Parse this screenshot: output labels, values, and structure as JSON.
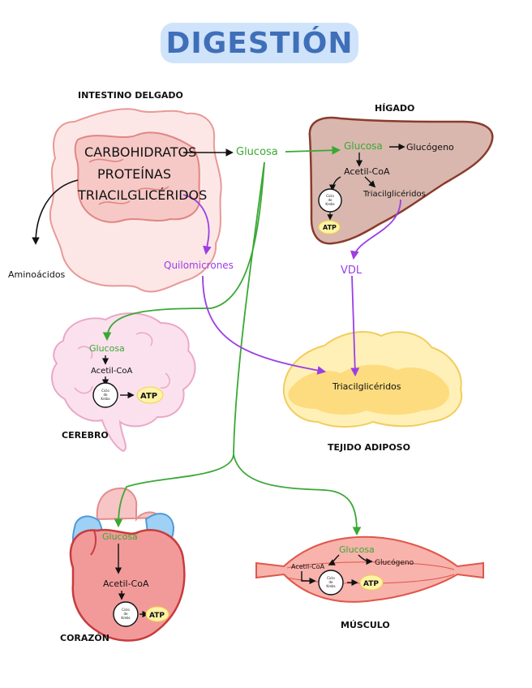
{
  "title": "DIGESTIÓN",
  "organs": {
    "intestine": "INTESTINO DELGADO",
    "liver": "HÍGADO",
    "brain": "CEREBRO",
    "adipose": "TEJIDO ADIPOSO",
    "heart": "CORAZÓN",
    "muscle": "MÚSCULO"
  },
  "intestine": {
    "carbs": "CARBOHIDRATOS",
    "proteins": "PROTEÍNAS",
    "tg": "TRIACILGLICÉRIDOS",
    "aminoacids": "Aminoácidos",
    "glucose": "Glucosa",
    "chylomicrons": "Quilomicrones"
  },
  "liver": {
    "glucose": "Glucosa",
    "glycogen": "Glucógeno",
    "acetyl": "Acetil-CoA",
    "tg": "Triacilglicéridos",
    "cycle": [
      "Ciclo",
      "de",
      "Krebs"
    ],
    "atp": "ATP",
    "vdl": "VDL"
  },
  "brain": {
    "glucose": "Glucosa",
    "acetyl": "Acetil-CoA",
    "cycle": [
      "Ciclo",
      "de",
      "Krebs"
    ],
    "atp": "ATP"
  },
  "adipose": {
    "tg": "Triacilglicéridos"
  },
  "heart": {
    "glucose": "Glucosa",
    "acetyl": "Acetil-CoA",
    "cycle": [
      "Ciclo",
      "de",
      "Krebs"
    ],
    "atp": "ATP"
  },
  "muscle": {
    "glucose": "Glucosa",
    "glycogen": "Glucógeno",
    "acetyl": "Acetil-CoA",
    "cycle": [
      "Ciclo",
      "de",
      "Krebs"
    ],
    "atp": "ATP"
  },
  "colors": {
    "green": "#3aa834",
    "purple": "#9b3ee6",
    "title_bg": "#cfe3fb",
    "title_text": "#3f6fb8",
    "intestine": "#f6c9c6",
    "liver": "#d9b7ae",
    "brain": "#fbe1ee",
    "adipose": "#fbe08a",
    "heart": "#f29a9a",
    "muscle": "#f7b3ac",
    "atp_glow": "#fff3a6"
  }
}
